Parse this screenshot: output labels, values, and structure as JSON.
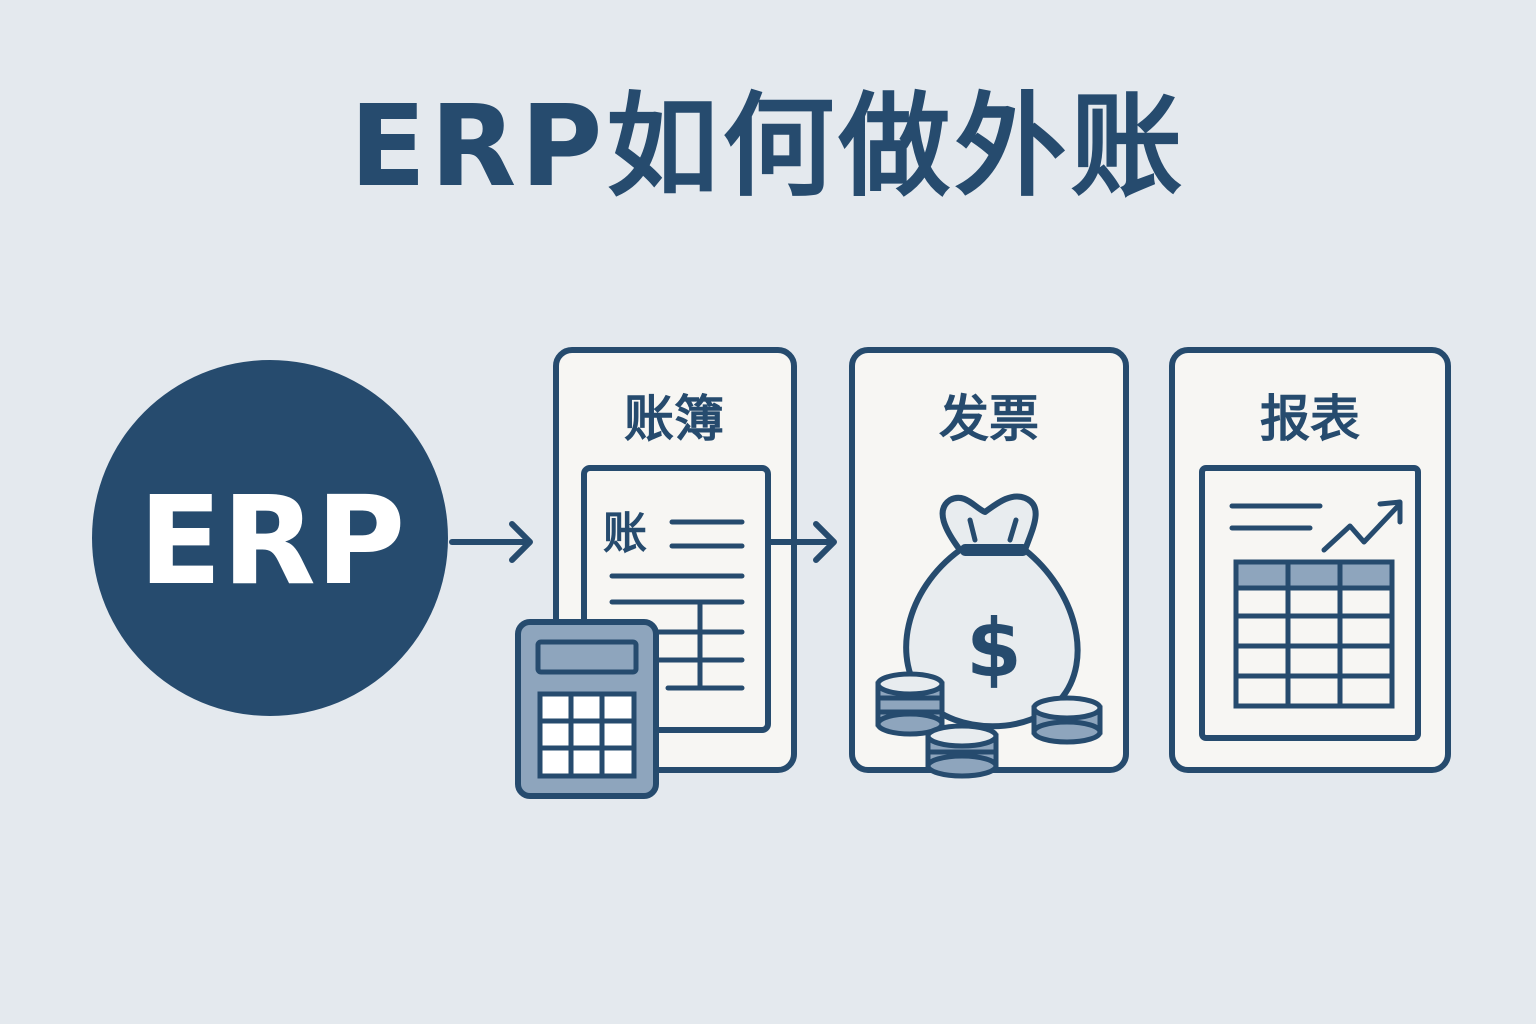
{
  "title": "ERP如何做外账",
  "erp": {
    "label": "ERP"
  },
  "cards": [
    {
      "label": "账簿",
      "doc_mark": "账"
    },
    {
      "label": "发票",
      "currency_symbol": "$"
    },
    {
      "label": "报表"
    }
  ],
  "colors": {
    "background": "#e4e9ee",
    "primary": "#264b6e",
    "card_fill": "#f7f6f3",
    "accent_light": "#8ea5bd"
  },
  "icons": [
    "ledger-document-icon",
    "calculator-icon",
    "money-bag-icon",
    "coin-stack-icon",
    "report-table-icon",
    "trend-up-icon",
    "arrow-right-icon"
  ]
}
